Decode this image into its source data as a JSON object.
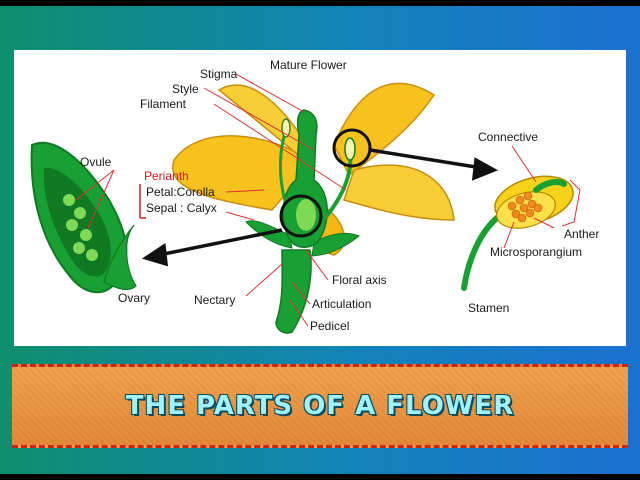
{
  "title": "THE PARTS OF A FLOWER",
  "labels": {
    "mature_flower": "Mature Flower",
    "stigma": "Stigma",
    "style": "Style",
    "filament": "Filament",
    "ovule": "Ovule",
    "perianth": "Perianth",
    "petal": "Petal:Corolla",
    "sepal": "Sepal : Calyx",
    "ovary": "Ovary",
    "nectary": "Nectary",
    "floral_axis": "Floral axis",
    "articulation": "Articulation",
    "pedicel": "Pedicel",
    "connective": "Connective",
    "anther": "Anther",
    "microsporangium": "Microsporangium",
    "stamen": "Stamen"
  },
  "colors": {
    "petal": "#f7c21e",
    "green": "#19a032",
    "dark_green": "#0f7a22",
    "pollen": "#f08a1e",
    "label_red": "#d11a1a",
    "title_text": "#9ff2ff",
    "banner": "#e38a3a"
  }
}
